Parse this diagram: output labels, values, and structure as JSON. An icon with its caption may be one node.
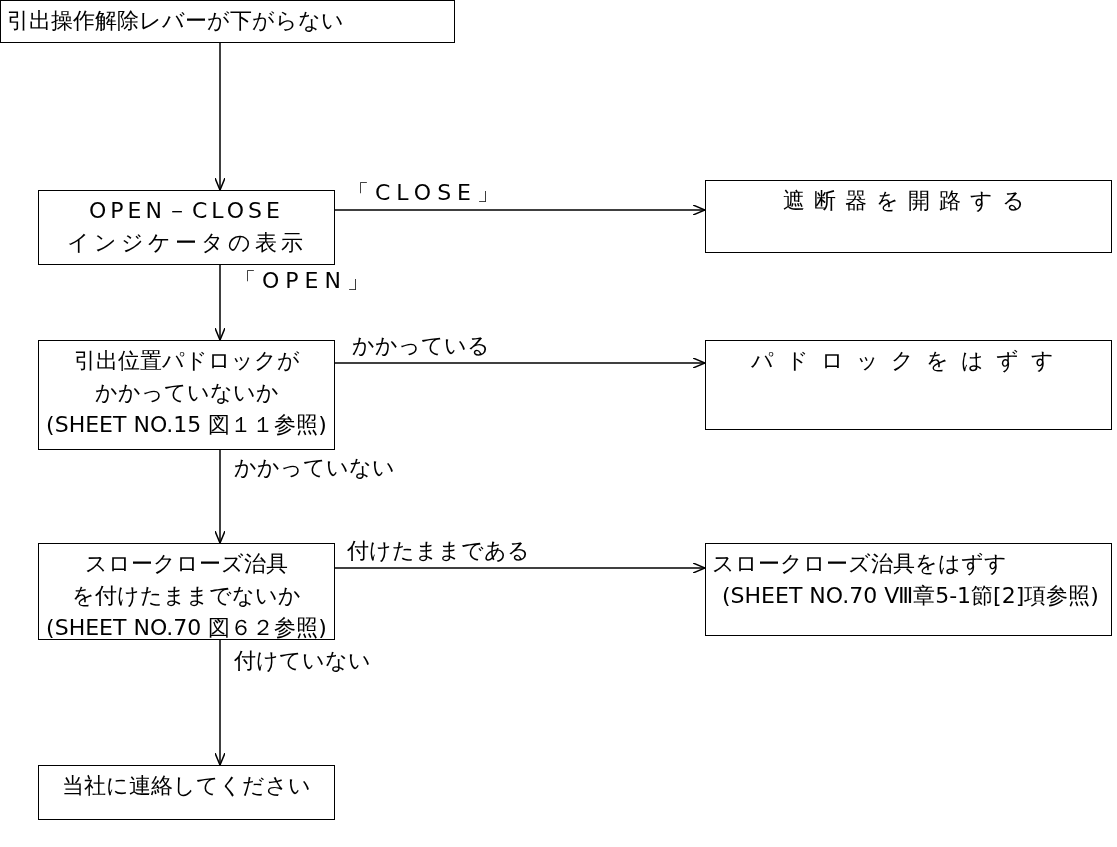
{
  "diagram": {
    "nodes": [
      {
        "text": [
          "引出操作解除レバーが下がらない"
        ]
      },
      {
        "text": [
          "OPEN－CLOSE インジケータの表示"
        ]
      },
      {
        "text": [
          "遮断器を開路する"
        ]
      },
      {
        "text": [
          "引出位置パドロックがかかっていないか",
          "(SHEET NO.15 図１１参照)"
        ]
      },
      {
        "text": [
          "パドロックをはずす"
        ]
      },
      {
        "text": [
          "スロークローズ治具を付けたままでないか",
          "(SHEET NO.70 図６２参照)"
        ]
      },
      {
        "text": [
          "スロークローズ治具をはずす",
          "(SHEET NO.70 Ⅷ章5-1節[2]項参照)"
        ]
      },
      {
        "text": [
          "当社に連絡してください"
        ]
      }
    ],
    "edges": [
      {
        "from": 0,
        "to": 1,
        "arrow": "to"
      },
      {
        "from": 1,
        "to": 2,
        "arrow": "to",
        "label": "「CLOSE」"
      },
      {
        "from": 1,
        "to": 3,
        "arrow": "to",
        "label": "「OPEN」"
      },
      {
        "from": 3,
        "to": 4,
        "arrow": "to",
        "label": "かかっている"
      },
      {
        "from": 3,
        "to": 5,
        "arrow": "to",
        "label": "かかっていない"
      },
      {
        "from": 5,
        "to": 6,
        "arrow": "to",
        "label": "付けたままである"
      },
      {
        "from": 5,
        "to": 7,
        "arrow": "to",
        "label": "付けていない"
      }
    ]
  }
}
